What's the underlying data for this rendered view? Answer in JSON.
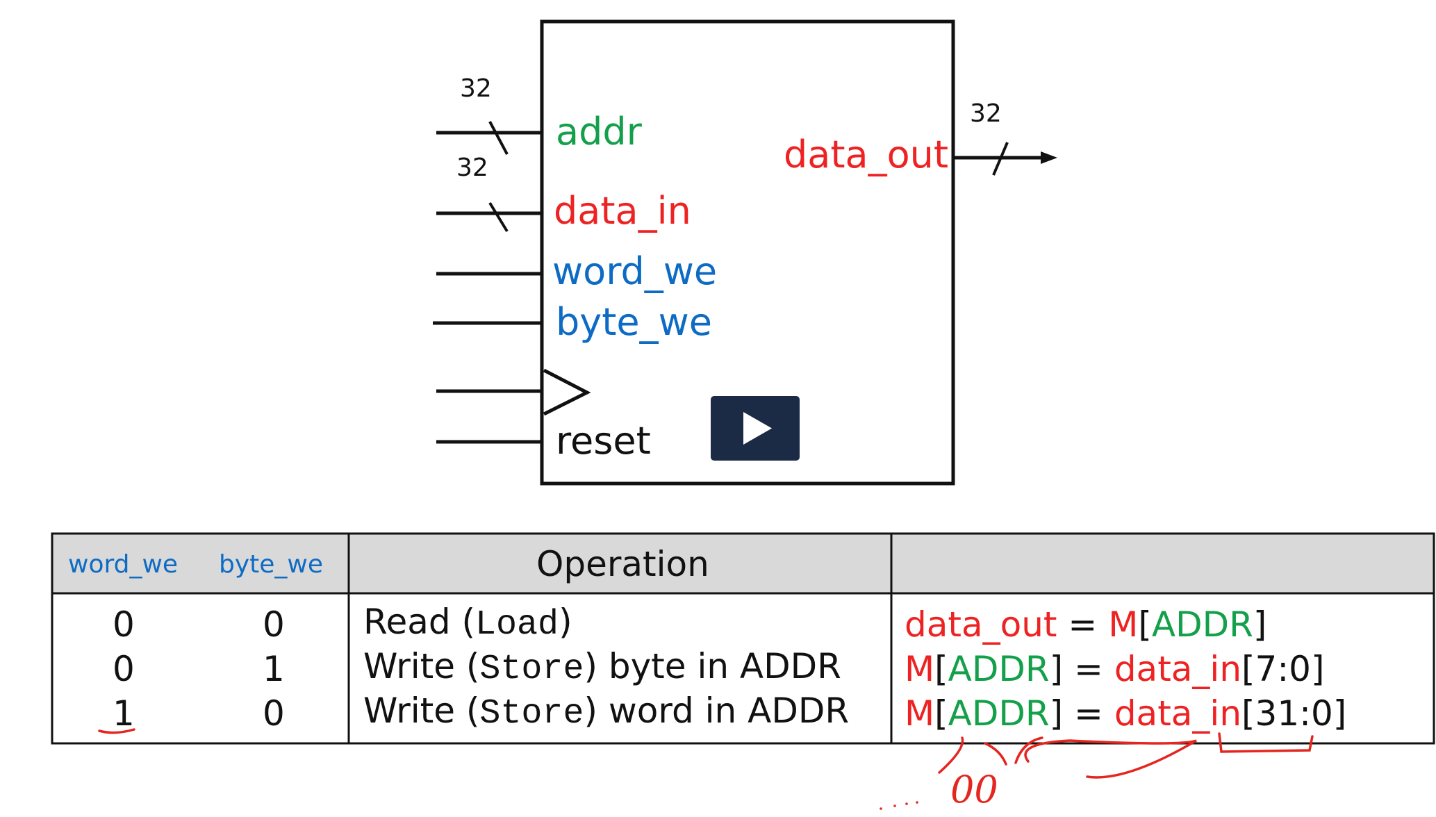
{
  "colors": {
    "address": "#14a04a",
    "data": "#ee2222",
    "control": "#0e6bc4",
    "text": "#111111",
    "table_header_bg": "#d9d9d9",
    "annotation": "#ee2222",
    "play_button": "#1b2a45"
  },
  "block": {
    "bus_width_addr": "32",
    "bus_width_data_in": "32",
    "bus_width_data_out": "32",
    "ports": {
      "addr": "addr",
      "data_in": "data_in",
      "word_we": "word_we",
      "byte_we": "byte_we",
      "reset": "reset",
      "data_out": "data_out"
    }
  },
  "video": {
    "play_icon": "play-icon"
  },
  "table": {
    "headers": {
      "word_we": "word_we",
      "byte_we": "byte_we",
      "operation": "Operation",
      "formula": ""
    },
    "rows": [
      {
        "word_we": "0",
        "byte_we": "0",
        "op_pre": "Read (",
        "op_mono": "Load",
        "op_post": ")",
        "f_lhs1": "data_out",
        "f_lhs2": "",
        "f_lhs3": "",
        "f_lhs4": "",
        "f_eq": " = ",
        "f_r1": "M",
        "f_r2": "[",
        "f_r3": "ADDR",
        "f_r4": "]"
      },
      {
        "word_we": "0",
        "byte_we": "1",
        "op_pre": "Write (",
        "op_mono": "Store",
        "op_post": ") byte in ADDR",
        "f_lhs1": "M",
        "f_lhs2": "[",
        "f_lhs3": "ADDR",
        "f_lhs4": "]",
        "f_eq": " = ",
        "f_r1": "data_in",
        "f_r2": "[7:0]",
        "f_r3": "",
        "f_r4": ""
      },
      {
        "word_we": "1",
        "byte_we": "0",
        "op_pre": "Write (",
        "op_mono": "Store",
        "op_post": ") word in ADDR",
        "f_lhs1": "M",
        "f_lhs2": "[",
        "f_lhs3": "ADDR",
        "f_lhs4": "]",
        "f_eq": " = ",
        "f_r1": "data_in",
        "f_r2": "[31:0]",
        "f_r3": "",
        "f_r4": ""
      }
    ]
  },
  "annotation": {
    "handwritten": "00"
  }
}
